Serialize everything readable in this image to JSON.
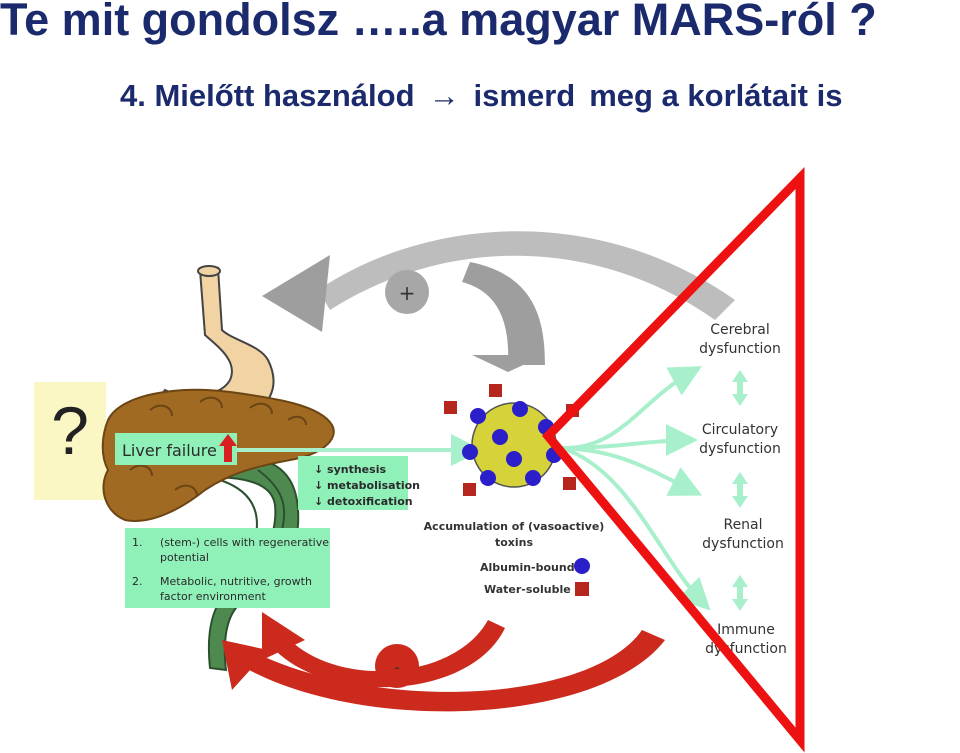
{
  "title": "Te mit gondolsz …..a magyar MARS-ról ?",
  "subtitle": {
    "prefix": "4. Mielőtt használod",
    "arrow": "→",
    "part1": "ismerd",
    "part2": "meg a korlátait is"
  },
  "question_mark": "?",
  "diagram": {
    "plus_sign": "+",
    "minus_sign": "-",
    "liver_failure": "Liver failure",
    "effects": [
      "↓ synthesis",
      "↓ metabolisation",
      "↓ detoxification"
    ],
    "regen_list": [
      [
        "1.",
        "(stem-) cells with regenerative",
        "potential"
      ],
      [
        "2.",
        "Metabolic, nutritive, growth",
        "factor environment"
      ]
    ],
    "accumulation": [
      "Accumulation of (vasoactive)",
      "toxins"
    ],
    "legend": {
      "albumin": "Albumin-bound",
      "water": "Water-soluble",
      "albumin_color": "#2a1fc9",
      "water_color": "#b5261e"
    },
    "dysfunctions": [
      [
        "Cerebral",
        "dysfunction"
      ],
      [
        "Circulatory",
        "dysfunction"
      ],
      [
        "Renal",
        "dysfunction"
      ],
      [
        "Immune",
        "dysfunction"
      ]
    ],
    "colors": {
      "title": "#1a2a6c",
      "highlight_triangle": "#ee1111",
      "liver": "#a06a22",
      "intestine": "#4e8a4f",
      "stomach": "#f1d3a4",
      "green_box": "#8ff0b8",
      "toxin_sphere": "#d6d23a",
      "green_arrow": "#a8f0cc"
    }
  }
}
